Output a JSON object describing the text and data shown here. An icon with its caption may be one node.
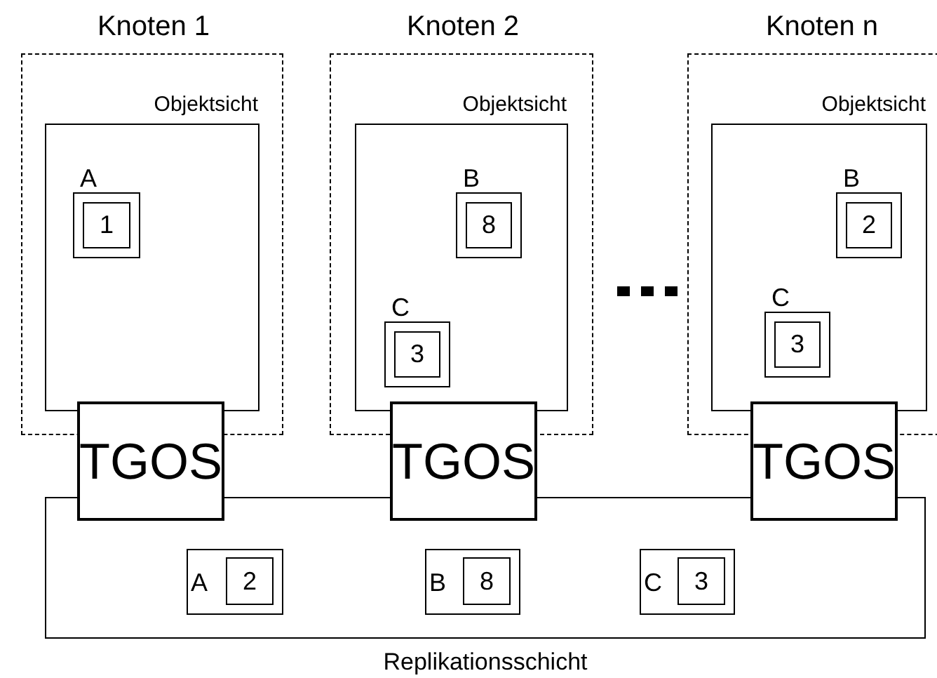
{
  "diagram": {
    "nodes": [
      {
        "text": [
          "Knoten 1"
        ]
      },
      {
        "text": [
          "Objektsicht"
        ],
        "in": 0
      },
      {
        "text": [
          "A"
        ],
        "in": 1
      },
      {
        "text": [
          "1"
        ],
        "in": 2
      },
      {
        "text": [
          "Knoten 2"
        ]
      },
      {
        "text": [
          "Objektsicht"
        ],
        "in": 4
      },
      {
        "text": [
          "B"
        ],
        "in": 5
      },
      {
        "text": [
          "8"
        ],
        "in": 6
      },
      {
        "text": [
          "C"
        ],
        "in": 5
      },
      {
        "text": [
          "3"
        ],
        "in": 8
      },
      {
        "text": [
          "Knoten n"
        ]
      },
      {
        "text": [
          "Objektsicht"
        ],
        "in": 10
      },
      {
        "text": [
          "B"
        ],
        "in": 11
      },
      {
        "text": [
          "2"
        ],
        "in": 12
      },
      {
        "text": [
          "C"
        ],
        "in": 11
      },
      {
        "text": [
          "3"
        ],
        "in": 14
      },
      {
        "text": [
          "TGOS"
        ]
      },
      {
        "text": [
          "TGOS"
        ]
      },
      {
        "text": [
          "TGOS"
        ]
      },
      {
        "text": [
          "Replikationsschicht"
        ]
      },
      {
        "text": [
          "A"
        ],
        "in": 19
      },
      {
        "text": [
          "2"
        ],
        "in": 20
      },
      {
        "text": [
          "B"
        ],
        "in": 19
      },
      {
        "text": [
          "8"
        ],
        "in": 22
      },
      {
        "text": [
          "C"
        ],
        "in": 19
      },
      {
        "text": [
          "3"
        ],
        "in": 24
      }
    ]
  }
}
